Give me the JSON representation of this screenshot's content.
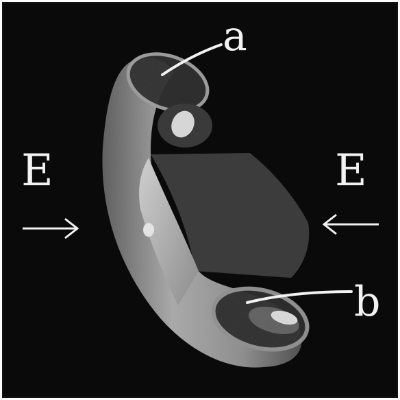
{
  "figure": {
    "labels": {
      "a": "a",
      "b": "b",
      "e_left": "E",
      "e_right": "E"
    },
    "colors": {
      "background": "#0a0a0a",
      "object_light": "#bdbdbd",
      "object_mid": "#7a7a7a",
      "object_dark": "#3d3d3d",
      "label": "#f2f2f2"
    },
    "icons": {
      "arrow_left": "arrow-right-icon",
      "arrow_right": "arrow-left-icon"
    }
  }
}
